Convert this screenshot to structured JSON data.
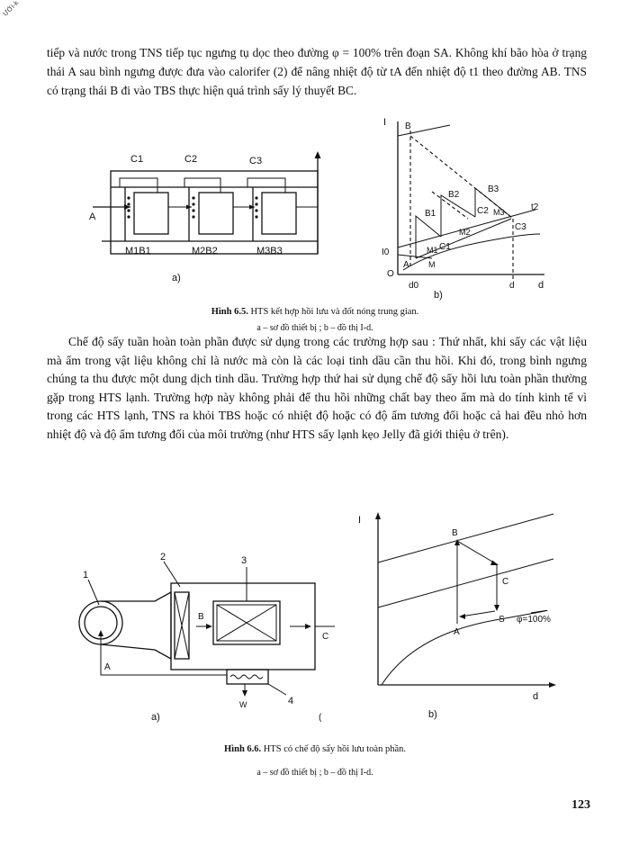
{
  "corner_text": "ƯỚi-k",
  "paragraph_1": "tiếp và nước trong TNS tiếp tục ngưng tụ dọc theo đường φ = 100% trên đoạn SA. Không khí bão hòa ở trạng thái A sau bình ngưng được đưa vào calorifer (2) để nâng nhiệt độ từ tA đến nhiệt độ t1 theo đường AB. TNS có trạng thái B đi vào TBS thực hiện quá trình sấy lý thuyết BC.",
  "fig65": {
    "a_labels": {
      "c1": "C1",
      "c2": "C2",
      "c3": "C3",
      "inlet": "A",
      "m1b1": "M1B1",
      "m2b2": "M2B2",
      "m3b3": "M3B3",
      "sub": "a)"
    },
    "b_labels": {
      "I": "I",
      "B": "B",
      "B1": "B1",
      "B2": "B2",
      "B3": "B3",
      "C1": "C1",
      "C2": "C2",
      "C3": "C3",
      "M1": "M1",
      "M2": "M2",
      "M3": "M3",
      "t2": "t2",
      "I0": "I0",
      "A": "A",
      "M": "M",
      "O": "O",
      "d0": "d0",
      "d_tick": "d",
      "d_axis": "d",
      "sub": "b)"
    },
    "caption_bold": "Hình 6.5.",
    "caption_text": " HTS kết hợp hồi lưu và đốt nóng trung gian.",
    "caption_sub": "a – sơ đồ thiết bị ;  b – đồ thị I-d."
  },
  "paragraph_2": "Chế độ sấy tuần hoàn toàn phần được sử dụng trong các trường hợp sau : Thứ nhất, khi sấy các vật liệu mà ẩm trong vật liệu không chỉ là nước mà còn là các loại tinh dầu cần thu hồi. Khi đó, trong bình ngưng chúng ta thu được một dung dịch tinh dầu. Trường hợp thứ hai sử dụng chế độ sấy hồi lưu toàn phần thường gặp trong HTS lạnh. Trường hợp này không phải để thu hồi những chất bay theo ẩm mà do tính kinh tế vì trong các HTS lạnh, TNS ra khỏi TBS hoặc có nhiệt độ hoặc có độ ẩm tương đối hoặc cả hai đều nhỏ hơn nhiệt độ và độ ẩm tương đối của môi trường (như HTS sấy lạnh kẹo Jelly đã giới thiệu ở trên).",
  "fig66": {
    "a_labels": {
      "n1": "1",
      "n2": "2",
      "n3": "3",
      "n4": "4",
      "A": "A",
      "B": "B",
      "C": "C",
      "W": "W",
      "sub": "a)",
      "mark": "("
    },
    "b_labels": {
      "I": "I",
      "B": "B",
      "C": "C",
      "A": "A",
      "S": "S",
      "phi": "φ=100%",
      "d": "d",
      "sub": "b)"
    },
    "caption_bold": "Hình 6.6.",
    "caption_text": " HTS có chế độ sấy hồi lưu toàn phần.",
    "caption_sub": "a – sơ đồ thiết bị     ;    b – đồ thị I-d."
  },
  "page_number": "123"
}
